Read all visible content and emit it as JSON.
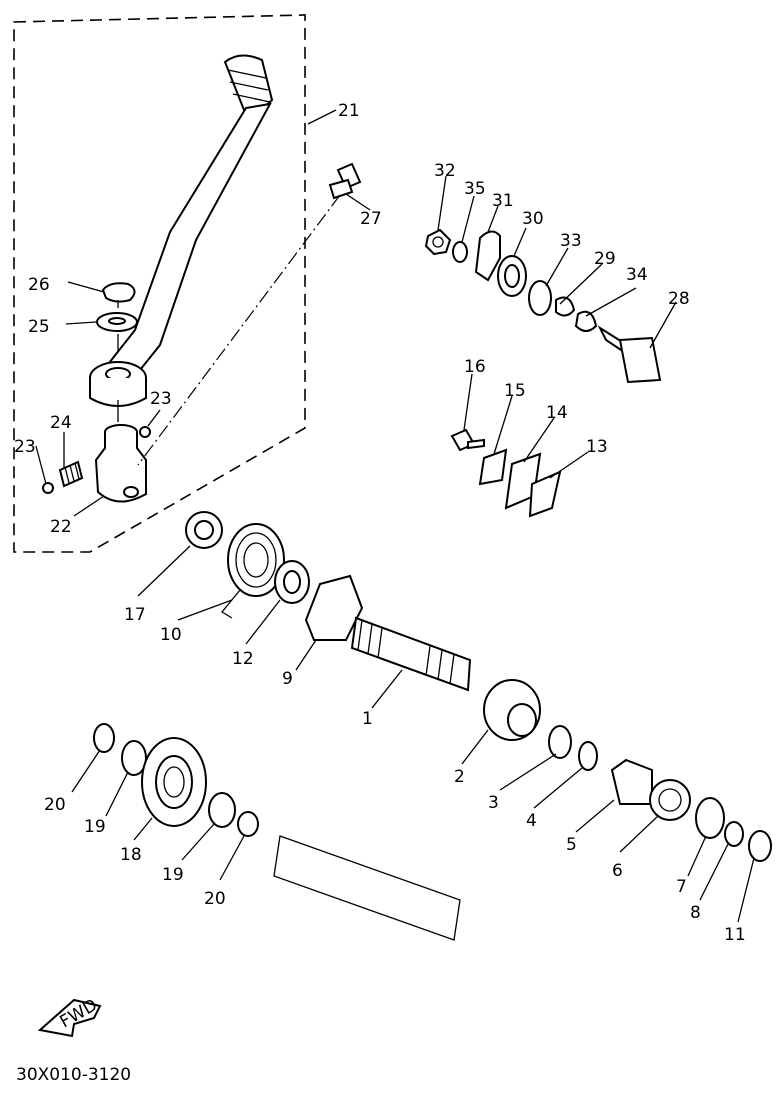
{
  "labels": {
    "p1": "1",
    "p2": "2",
    "p3": "3",
    "p4": "4",
    "p5": "5",
    "p6": "6",
    "p7": "7",
    "p8": "8",
    "p9": "9",
    "p10": "10",
    "p11": "11",
    "p12": "12",
    "p13": "13",
    "p14": "14",
    "p15": "15",
    "p16": "16",
    "p17": "17",
    "p18": "18",
    "p19a": "19",
    "p19b": "19",
    "p20a": "20",
    "p20b": "20",
    "p21": "21",
    "p22": "22",
    "p23a": "23",
    "p23b": "23",
    "p24": "24",
    "p25": "25",
    "p26": "26",
    "p27": "27",
    "p28": "28",
    "p29": "29",
    "p30": "30",
    "p31": "31",
    "p32": "32",
    "p33": "33",
    "p34": "34",
    "p35": "35"
  },
  "fwd": "FWD",
  "diagram_code": "30X010-3120"
}
